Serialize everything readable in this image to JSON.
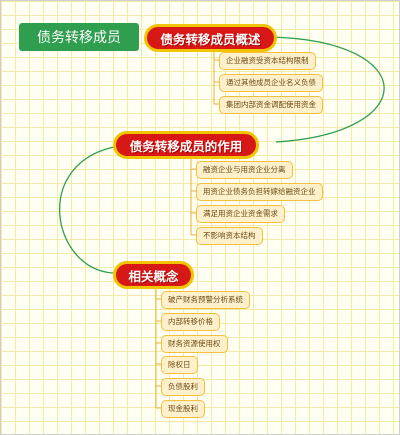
{
  "root": {
    "label": "债务转移成员"
  },
  "topics": [
    {
      "title": "债务转移成员概述",
      "items": [
        "企业融资受资本结构限制",
        "通过其他成员企业名义负债",
        "集团内部资金调配使用资金"
      ]
    },
    {
      "title": "债务转移成员的作用",
      "items": [
        "融资企业与用资企业分离",
        "用资企业债务负担转嫁给融资企业",
        "满足用资企业资金需求",
        "不影响资本结构"
      ]
    },
    {
      "title": "相关概念",
      "items": [
        "破产财务预警分析系统",
        "内部转移价格",
        "财务资源使用权",
        "除权日",
        "负债股利",
        "现金股利"
      ]
    }
  ],
  "colors": {
    "root": "#2f9e4f",
    "topic_fill": "#d81717",
    "topic_border": "#f0c400",
    "leaf_fill": "#fff0cc",
    "leaf_border": "#f3bf3c",
    "connector": "#2f9e4f",
    "leaf_connector": "#e8b040"
  }
}
